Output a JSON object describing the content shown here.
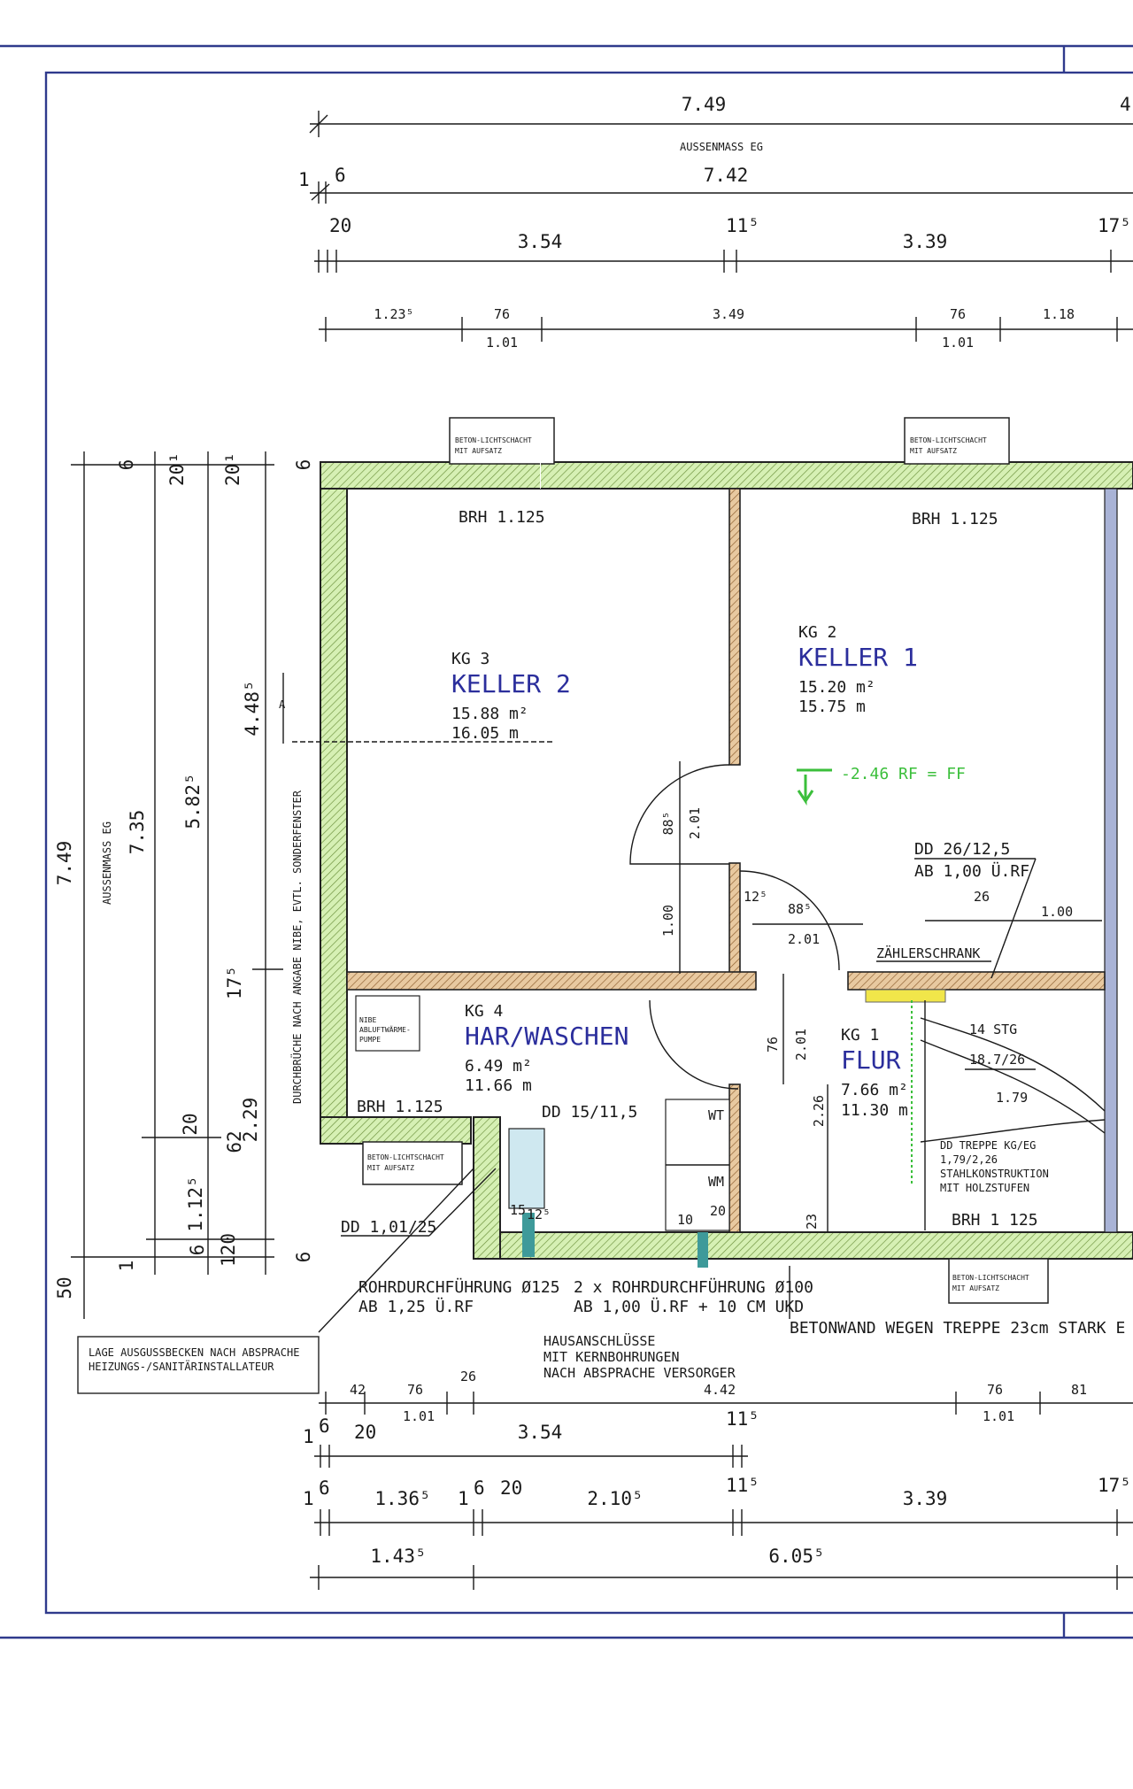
{
  "plan": {
    "overall_top": "7.49",
    "outer_label": "AUSSENMASS EG",
    "inner_top": "7.42",
    "top_small_1": "1",
    "top_small_6": "6",
    "top_row_20": "20",
    "top_row_354": "3.54",
    "top_row_115": "11⁵",
    "top_row_339": "3.39",
    "top_row_17": "17⁵",
    "top_w1": "1.23⁵",
    "top_w2": "76",
    "top_w2b": "1.01",
    "top_w3": "3.49",
    "top_w4": "76",
    "top_w4b": "1.01",
    "top_w5": "1.18",
    "lw_label_1": "BETON-LICHTSCHACHT",
    "lw_label_2": "MIT AUFSATZ",
    "brh": "BRH 1.125",
    "brh2": "BRH 1.125",
    "brh3": "BRH 1.125",
    "brh4": "BRH 1 125",
    "left_749": "7.49",
    "left_aussen": "AUSSENMASS EG",
    "left_735": "7.35",
    "left_5825": "5.82⁵",
    "left_4485": "4.48⁵",
    "left_175": "17⁵",
    "left_229": "2.29",
    "left_62": "62",
    "left_20": "20",
    "left_1125": "1.12⁵",
    "left_120": "120",
    "left_6a": "6",
    "left_201a": "20¹",
    "left_201b": "20¹",
    "left_6b": "6",
    "left_1": "1",
    "left_6c": "6",
    "left_6d": "6",
    "left_50": "50",
    "durchbruch": "DURCHBRÜCHE NACH ANGABE NIBE, EVTL. SONDERFENSTER",
    "section_a": "A",
    "kg3_id": "KG 3",
    "kg3_name": "KELLER 2",
    "kg3_area": "15.88 m²",
    "kg3_perim": "16.05 m",
    "kg2_id": "KG 2",
    "kg2_name": "KELLER 1",
    "kg2_area": "15.20 m²",
    "kg2_perim": "15.75 m",
    "kg4_id": "KG 4",
    "kg4_name": "HAR/WASCHEN",
    "kg4_area": "6.49 m²",
    "kg4_perim": "11.66 m",
    "kg1_id": "KG 1",
    "kg1_name": "FLUR",
    "kg1_area": "7.66 m²",
    "kg1_perim": "11.30 m",
    "level": "-2.46 RF = FF",
    "door_88a": "88⁵",
    "door_201a": "2.01",
    "door_100": "1.00",
    "door_88b": "88⁵",
    "door_201b": "2.01",
    "door_12": "12⁵",
    "door_76": "76",
    "door_201c": "2.01",
    "door_226": "2.26",
    "door_23": "23",
    "dd_2612": "DD 26/12,5",
    "dd_ab100": "AB 1,00 Ü.RF",
    "dd_26": "26",
    "dd_100b": "1.00",
    "zaehler": "ZÄHLERSCHRANK",
    "stg": "14 STG",
    "stg2": "18.7/26",
    "stg3": "1.79",
    "treppe1": "DD TREPPE KG/EG",
    "treppe2": "1,79/2,26",
    "treppe3": "STAHLKONSTRUKTION",
    "treppe4": "MIT HOLZSTUFEN",
    "nibe1": "NIBE",
    "nibe2": "ABLUFTWÄRME-",
    "nibe3": "PUMPE",
    "dd_1511": "DD 15/11,5",
    "wt": "WT",
    "wm": "WM",
    "d10": "10",
    "d20": "20",
    "d15": "15",
    "d125": "12⁵",
    "dd_101": "DD 1,01/25",
    "rohr1a": "ROHRDURCHFÜHRUNG Ø125",
    "rohr1b": "AB 1,25 Ü.RF",
    "rohr2a": "2 x ROHRDURCHFÜHRUNG Ø100",
    "rohr2b": "AB 1,00 Ü.RF + 10 CM UKD",
    "beton": "BETONWAND WEGEN TREPPE 23cm STARK E",
    "haus1": "HAUSANSCHLÜSSE",
    "haus2": "MIT KERNBOHRUNGEN",
    "haus3": "NACH ABSPRACHE VERSORGER",
    "lage1": "LAGE AUSGUSSBECKEN NACH ABSPRACHE",
    "lage2": "HEIZUNGS-/SANITÄRINSTALLATEUR",
    "b_42": "42",
    "b_76a": "76",
    "b_101a": "1.01",
    "b_26": "26",
    "b_442": "4.42",
    "b_76b": "76",
    "b_101b": "1.01",
    "b_81": "81",
    "b_1a": "1",
    "b_6a": "6",
    "b_20": "20",
    "b_354": "3.54",
    "b_115a": "11⁵",
    "b_1b": "1",
    "b_6b": "6",
    "b_1365": "1.36⁵",
    "b_1c": "1",
    "b_6c": "6",
    "b_20b": "20",
    "b_2105": "2.10⁵",
    "b_115b": "11⁵",
    "b_339": "3.39",
    "b_175": "17⁵",
    "b_1435": "1.43⁵",
    "b_6055": "6.05⁵"
  }
}
